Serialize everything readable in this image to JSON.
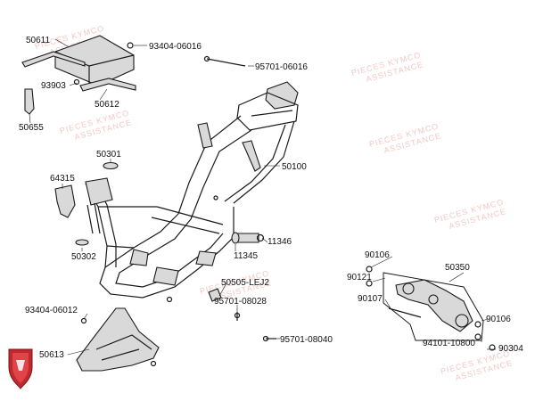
{
  "watermark": {
    "line1": "PIECES KYMCO",
    "line2": "ASSISTANCE"
  },
  "labels": {
    "p50611": "50611",
    "p93404_06016": "93404-06016",
    "p93903": "93903",
    "p50612": "50612",
    "p50655": "50655",
    "p95701_06016": "95701-06016",
    "p50301": "50301",
    "p50100": "50100",
    "p64315": "64315",
    "p50302": "50302",
    "p11346": "11346",
    "p11345": "11345",
    "p50505": "50505-LEJ2",
    "p95701_08028": "95701-08028",
    "p93404_06012": "93404-06012",
    "p95701_08040": "95701-08040",
    "p50613": "50613",
    "p90106a": "90106",
    "p50350": "50350",
    "p90121": "90121",
    "p90107": "90107",
    "p90106b": "90106",
    "p94101": "94101-10800",
    "p90304": "90304"
  },
  "colors": {
    "logo": "#c0282d",
    "watermark": "#f3c7c7"
  },
  "icons": {
    "logo": "shield-logo-icon"
  }
}
